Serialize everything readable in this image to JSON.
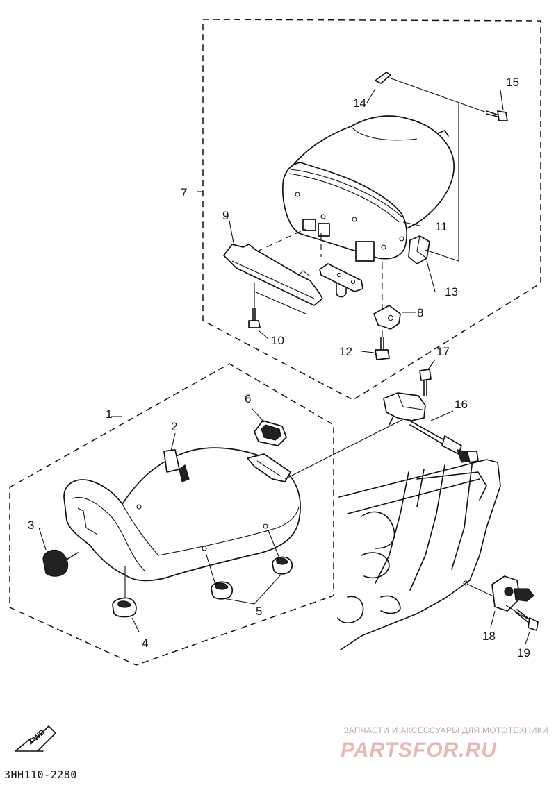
{
  "diagram": {
    "code": "3HH110-2280",
    "fwd_label": "FWD",
    "watermark": {
      "line1": "ЗАПЧАСТИ И АКСЕССУАРЫ ДЛЯ МОТОТЕХНИКИ",
      "line2": "PARTSFOR.RU"
    },
    "callouts": [
      "1",
      "2",
      "3",
      "4",
      "5",
      "6",
      "7",
      "8",
      "9",
      "10",
      "11",
      "12",
      "13",
      "14",
      "15",
      "16",
      "17",
      "18",
      "19"
    ]
  }
}
